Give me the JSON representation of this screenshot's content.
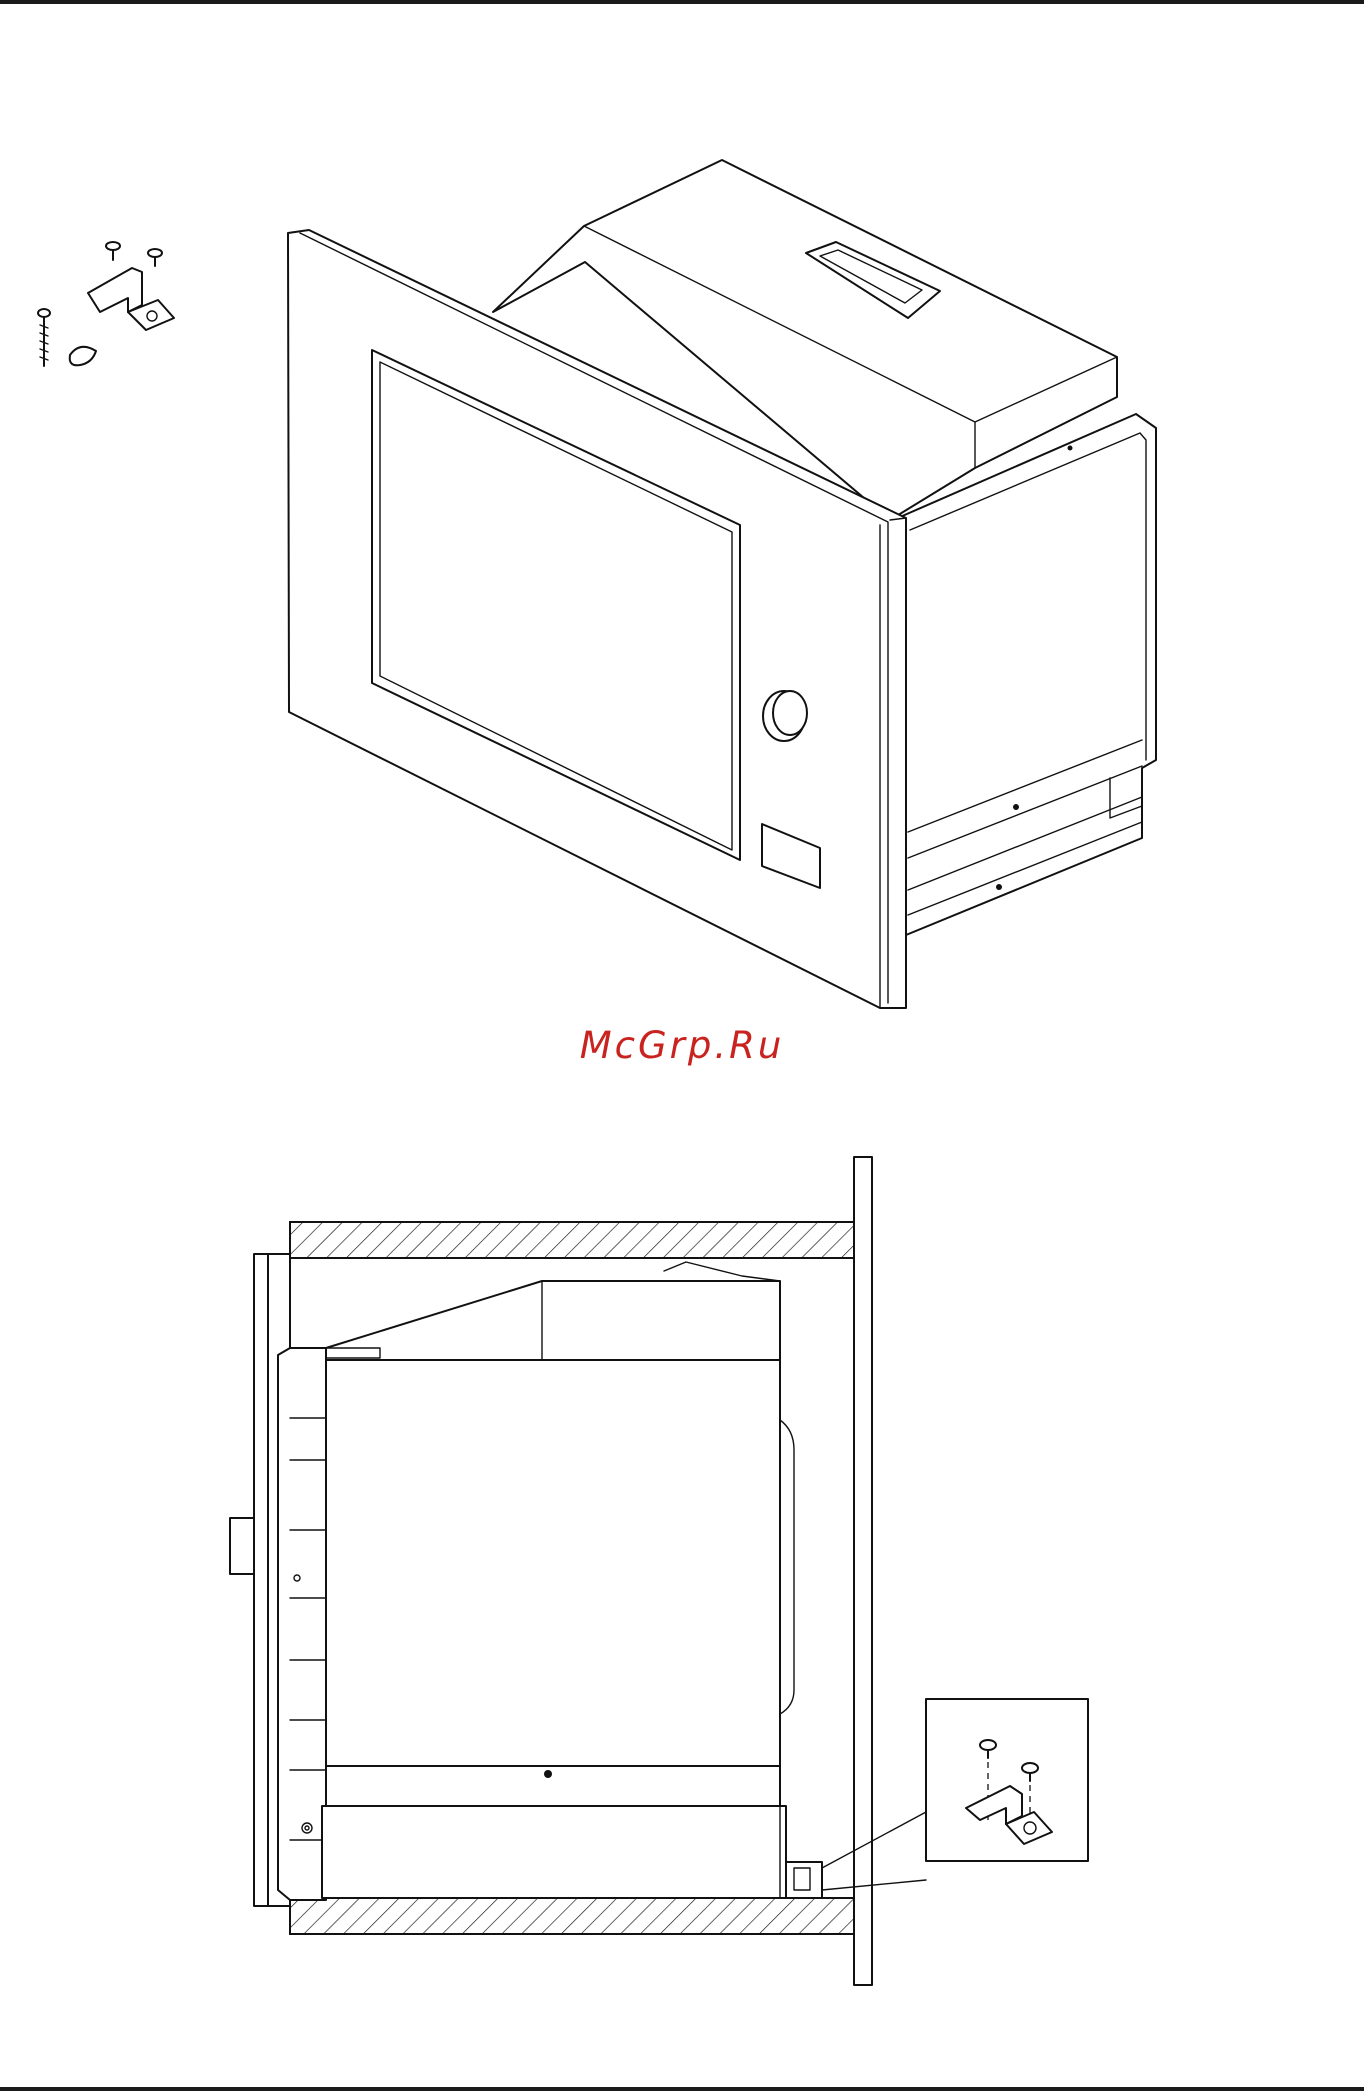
{
  "page": {
    "watermark_text": "McGrp.Ru",
    "watermark_color": "#c8231f",
    "rule_color": "#1a1a1a"
  },
  "figures": {
    "top": {
      "subject": "microwave-installed-in-frame",
      "accessory": "mounting-hardware-kit"
    },
    "bottom": {
      "subject": "cabinet-side-section",
      "detail": "bracket-fixing-detail"
    }
  }
}
